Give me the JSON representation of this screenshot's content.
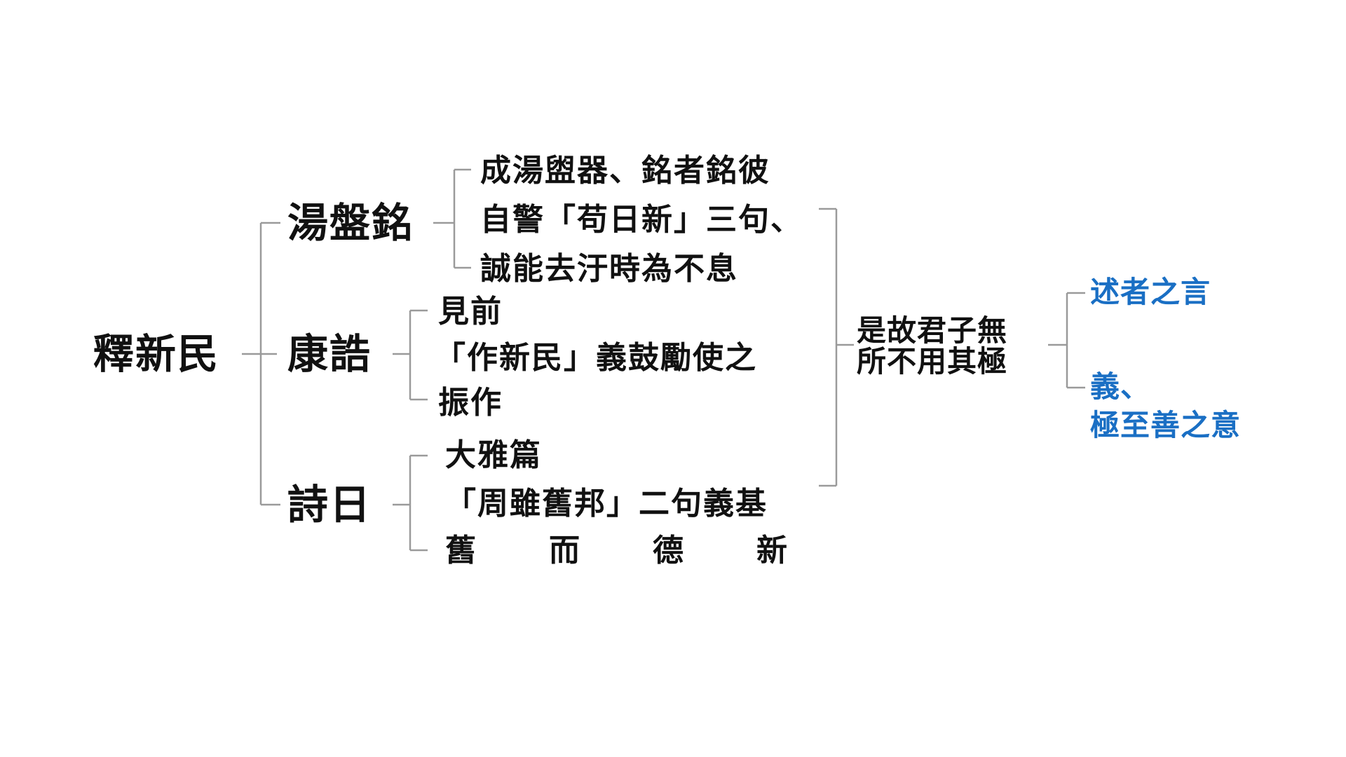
{
  "colors": {
    "text": "#111111",
    "accent": "#1a6fc4",
    "connector": "#9a9a9a"
  },
  "root": "釋新民",
  "branches": [
    {
      "title": "湯盤銘",
      "lines": [
        "成湯盥器、銘者銘彼",
        "自警「苟日新」三句、",
        "誠能去汙時為不息"
      ]
    },
    {
      "title": "康誥",
      "lines": [
        "見前",
        "「作新民」義鼓勵使之",
        "振作"
      ]
    },
    {
      "title": "詩日",
      "lines": [
        "大雅篇",
        "「周雖舊邦」二句義基"
      ],
      "spread_line": [
        "舊",
        "而",
        "德",
        "新"
      ]
    }
  ],
  "conclusion": [
    "是故君子無",
    "所不用其極"
  ],
  "notes": {
    "first": "述者之言",
    "second": [
      "義、",
      "極至善之意"
    ]
  }
}
